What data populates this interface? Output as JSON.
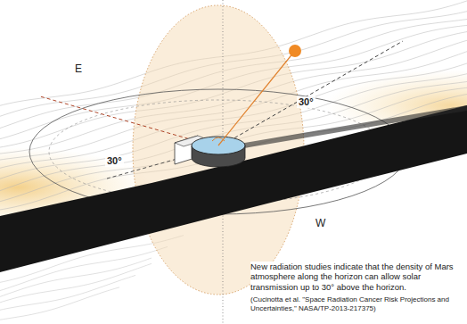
{
  "diagram": {
    "labels": [
      "E",
      "30°",
      "30°",
      "W",
      "New radiation studies indicate that the density of Mars atmosphere along the horizon can allow solar transmission up to 30° above the horizon.",
      "(Cucinotta et al. \"Space Radiation Cancer Risk Projections and Uncertainties,\" NASA/TP-2013-217375)"
    ]
  }
}
